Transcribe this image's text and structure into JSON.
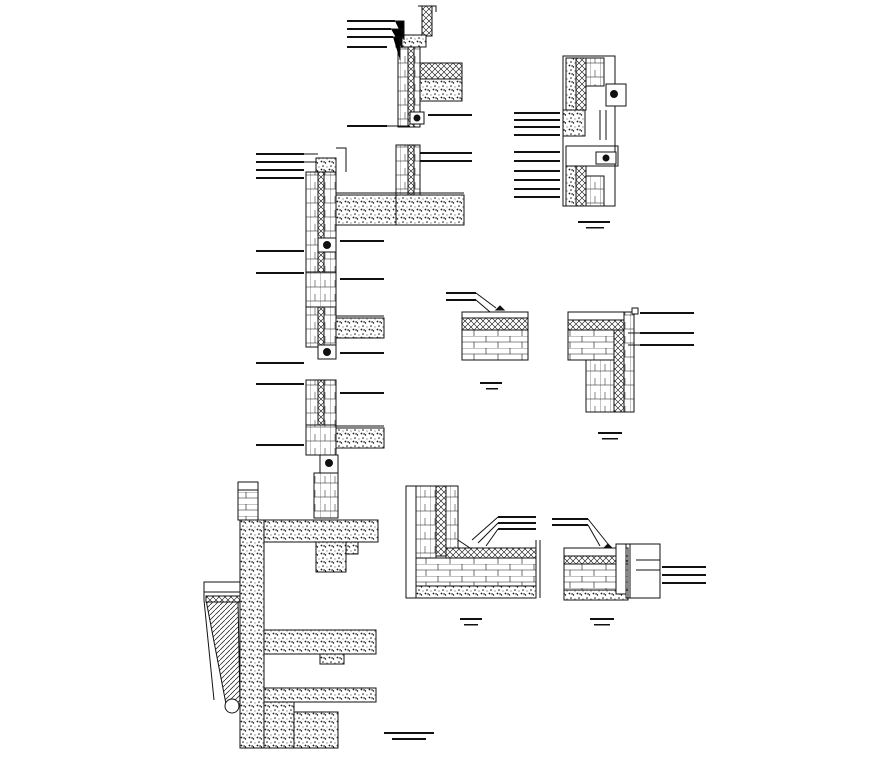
{
  "drawing": {
    "background": "#ffffff",
    "line_color": "#111111",
    "fill_color": "#1a1a1a",
    "concrete_hatch": "dotted-concrete",
    "insulation_hatch": "zigzag-insulation",
    "brick_hatch": "brick-courses",
    "earth_hatch": "diagonal-earth"
  },
  "details": [
    {
      "id": "main-wall-section",
      "annotation_count": 18
    },
    {
      "id": "window-head-sill-detail",
      "annotation_count": 10
    },
    {
      "id": "roof-edge-detail-a",
      "annotation_count": 3
    },
    {
      "id": "parapet-corner-detail",
      "annotation_count": 3
    },
    {
      "id": "wall-floor-junction-detail",
      "annotation_count": 3
    },
    {
      "id": "floor-window-detail",
      "annotation_count": 6
    }
  ]
}
